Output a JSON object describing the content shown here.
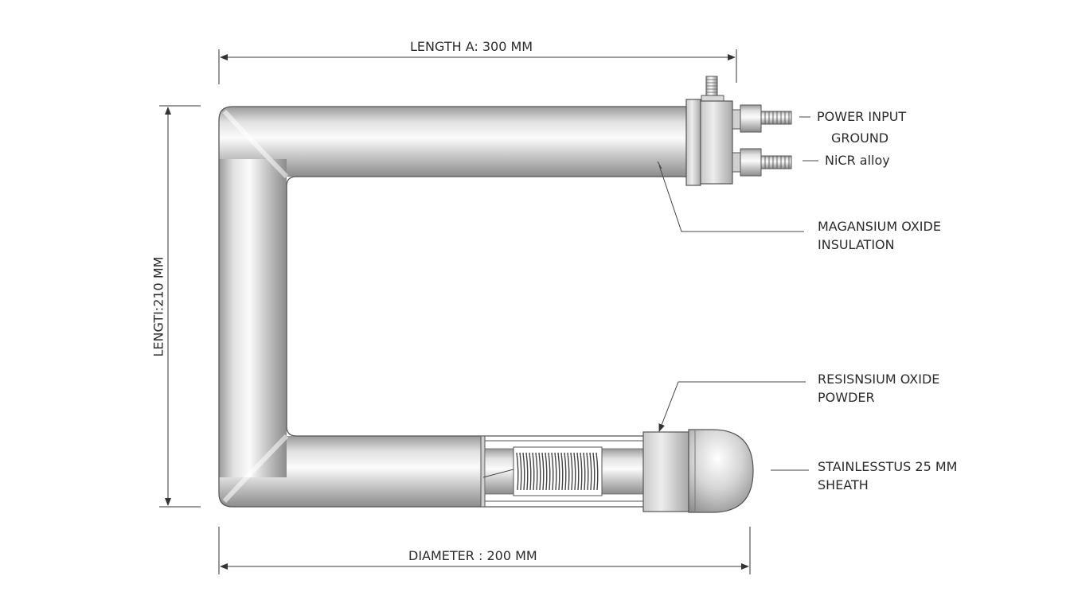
{
  "dimensions": {
    "top_length": "LENGTH A: 300 MM",
    "side_length": "LENGTI:210 MM",
    "bottom_diameter": "DIAMETER : 200 MM"
  },
  "callouts": {
    "power_input": "POWER INPUT",
    "ground": "GROUND",
    "nicr": "NiCR alloy",
    "insulation_line1": "MAGANSIUM OXIDE",
    "insulation_line2": "INSULATION",
    "powder_line1": "RESISNSIUM OXIDE",
    "powder_line2": "POWDER",
    "sheath_line1": "STAINLESSTUS 25 MM",
    "sheath_line2": "SHEATH"
  },
  "colors": {
    "line": "#333333",
    "metal_dark": "#8a8a8a",
    "metal_light": "#f4f4f4"
  }
}
